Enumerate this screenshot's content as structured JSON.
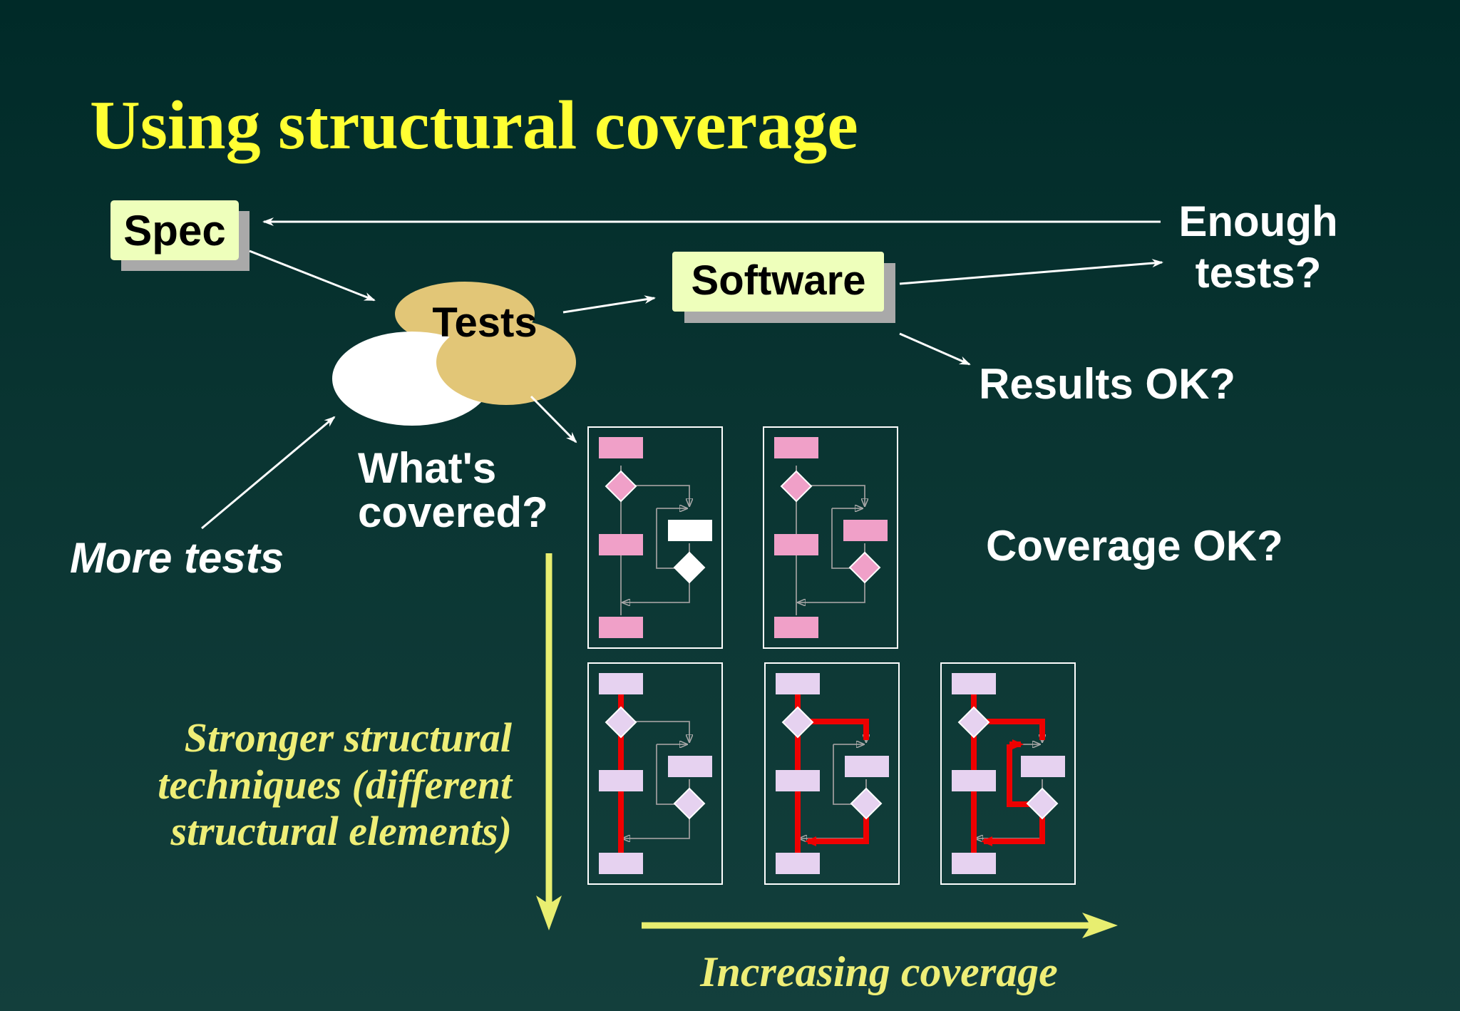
{
  "title": "Using structural coverage",
  "nodes": {
    "spec": "Spec",
    "tests": "Tests",
    "software": "Software"
  },
  "labels": {
    "enough_tests_line1": "Enough",
    "enough_tests_line2": "tests?",
    "results_ok": "Results OK?",
    "whats_covered_line1": "What's",
    "whats_covered_line2": "covered?",
    "more_tests": "More tests",
    "coverage_ok": "Coverage OK?",
    "stronger_line1": "Stronger structural",
    "stronger_line2": "techniques (different",
    "stronger_line3": "structural elements)",
    "increasing_coverage": "Increasing coverage"
  },
  "colors": {
    "title": "#ffff33",
    "caption": "#eeee77",
    "text": "#ffffff",
    "box_fill": "#eeffbb",
    "box_shadow": "#a9a9a9",
    "tests_ellipse": "#e2c677",
    "covered_ellipse": "#ffffff",
    "pink": "#f0a0c8",
    "lavender": "#e6d2f0",
    "path_red": "#ee0000",
    "arrow_yellow": "#e8ee70",
    "gray_line": "#9a9a9a"
  }
}
